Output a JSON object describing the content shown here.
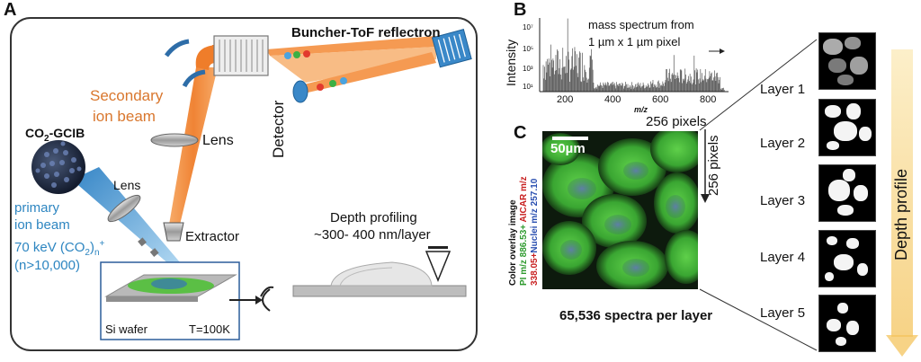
{
  "panel_a": {
    "letter": "A",
    "buncher_label": "Buncher-ToF reflectron",
    "secondary_beam_label_1": "Secondary",
    "secondary_beam_label_2": "ion beam",
    "lens_upper": "Lens",
    "detector_label": "Detector",
    "gcib_label_main": "CO",
    "gcib_label_sub": "2",
    "gcib_label_rest": "-GCIB",
    "lens_lower": "Lens",
    "primary_beam_1": "primary",
    "primary_beam_2": "ion beam",
    "energy_main": "70 keV (CO",
    "energy_sub": "2",
    "energy_close": ")",
    "energy_sub_n": "n",
    "energy_sup": "+",
    "cluster_size": "(n>10,000)",
    "extractor_label": "Extractor",
    "depth_title_1": "Depth profiling",
    "depth_title_2": "~300- 400 nm/layer",
    "wafer_label": "Si wafer",
    "temp_label": "T=100K"
  },
  "panel_b": {
    "letter": "B",
    "ylabel": "Intensity",
    "xlabel": "m/z",
    "annotation_1": "mass spectrum  from",
    "annotation_2": "1 µm x 1 µm pixel",
    "y_ticks": [
      "10⁷",
      "10⁵",
      "10³",
      "10¹"
    ],
    "x_ticks": [
      "200",
      "400",
      "600",
      "800"
    ],
    "x_range": [
      100,
      900
    ],
    "chart_type": "line"
  },
  "panel_c": {
    "letter": "C",
    "width_label": "256 pixels",
    "height_label": "256 pixels",
    "scalebar_label": "50µm",
    "overlay_title": "Color overlay image",
    "legend_green": "PI m/z 886.53+",
    "legend_red": " AICAR m/z",
    "legend_red_2": "338.05+",
    "legend_blue": "Nuclei m/z 257.10",
    "caption": "65,536 spectra per layer"
  },
  "layers": [
    {
      "label": "Layer 1"
    },
    {
      "label": "Layer 2"
    },
    {
      "label": "Layer 3"
    },
    {
      "label": "Layer 4"
    },
    {
      "label": "Layer 5"
    }
  ],
  "depth_profile_label": "Depth profile",
  "colors": {
    "beam_orange": "#f08a3a",
    "beam_blue": "#5fa9dd",
    "depth_arrow": "#f7d47a",
    "frame": "#333333",
    "cell_green": "#3fae3a"
  }
}
